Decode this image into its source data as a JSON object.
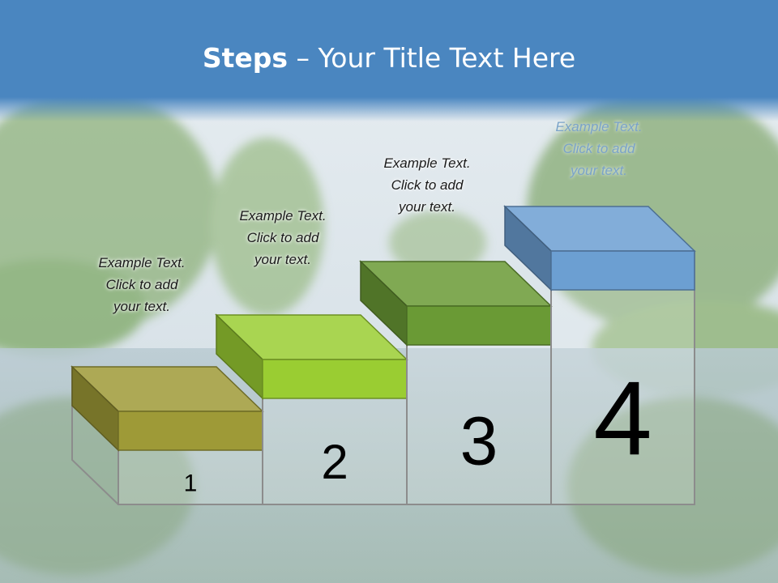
{
  "slide": {
    "title_bold": "Steps",
    "title_rest": " – Your Title Text Here"
  },
  "steps": [
    {
      "number": "1",
      "caption": [
        "Example Text.",
        "Click  to add",
        "your text."
      ],
      "color": "#9e9a37"
    },
    {
      "number": "2",
      "caption": [
        "Example Text.",
        "Click  to add",
        "your text."
      ],
      "color": "#9acd32"
    },
    {
      "number": "3",
      "caption": [
        "Example Text.",
        "Click  to add",
        "your text."
      ],
      "color": "#6a9a35"
    },
    {
      "number": "4",
      "caption": [
        "Example Text.",
        "Click  to add",
        "your text."
      ],
      "color": "#6c9fd2"
    }
  ],
  "colors": {
    "title_bar": "#4a86c0",
    "outline": "#8c8c8c",
    "number": "#000000"
  }
}
